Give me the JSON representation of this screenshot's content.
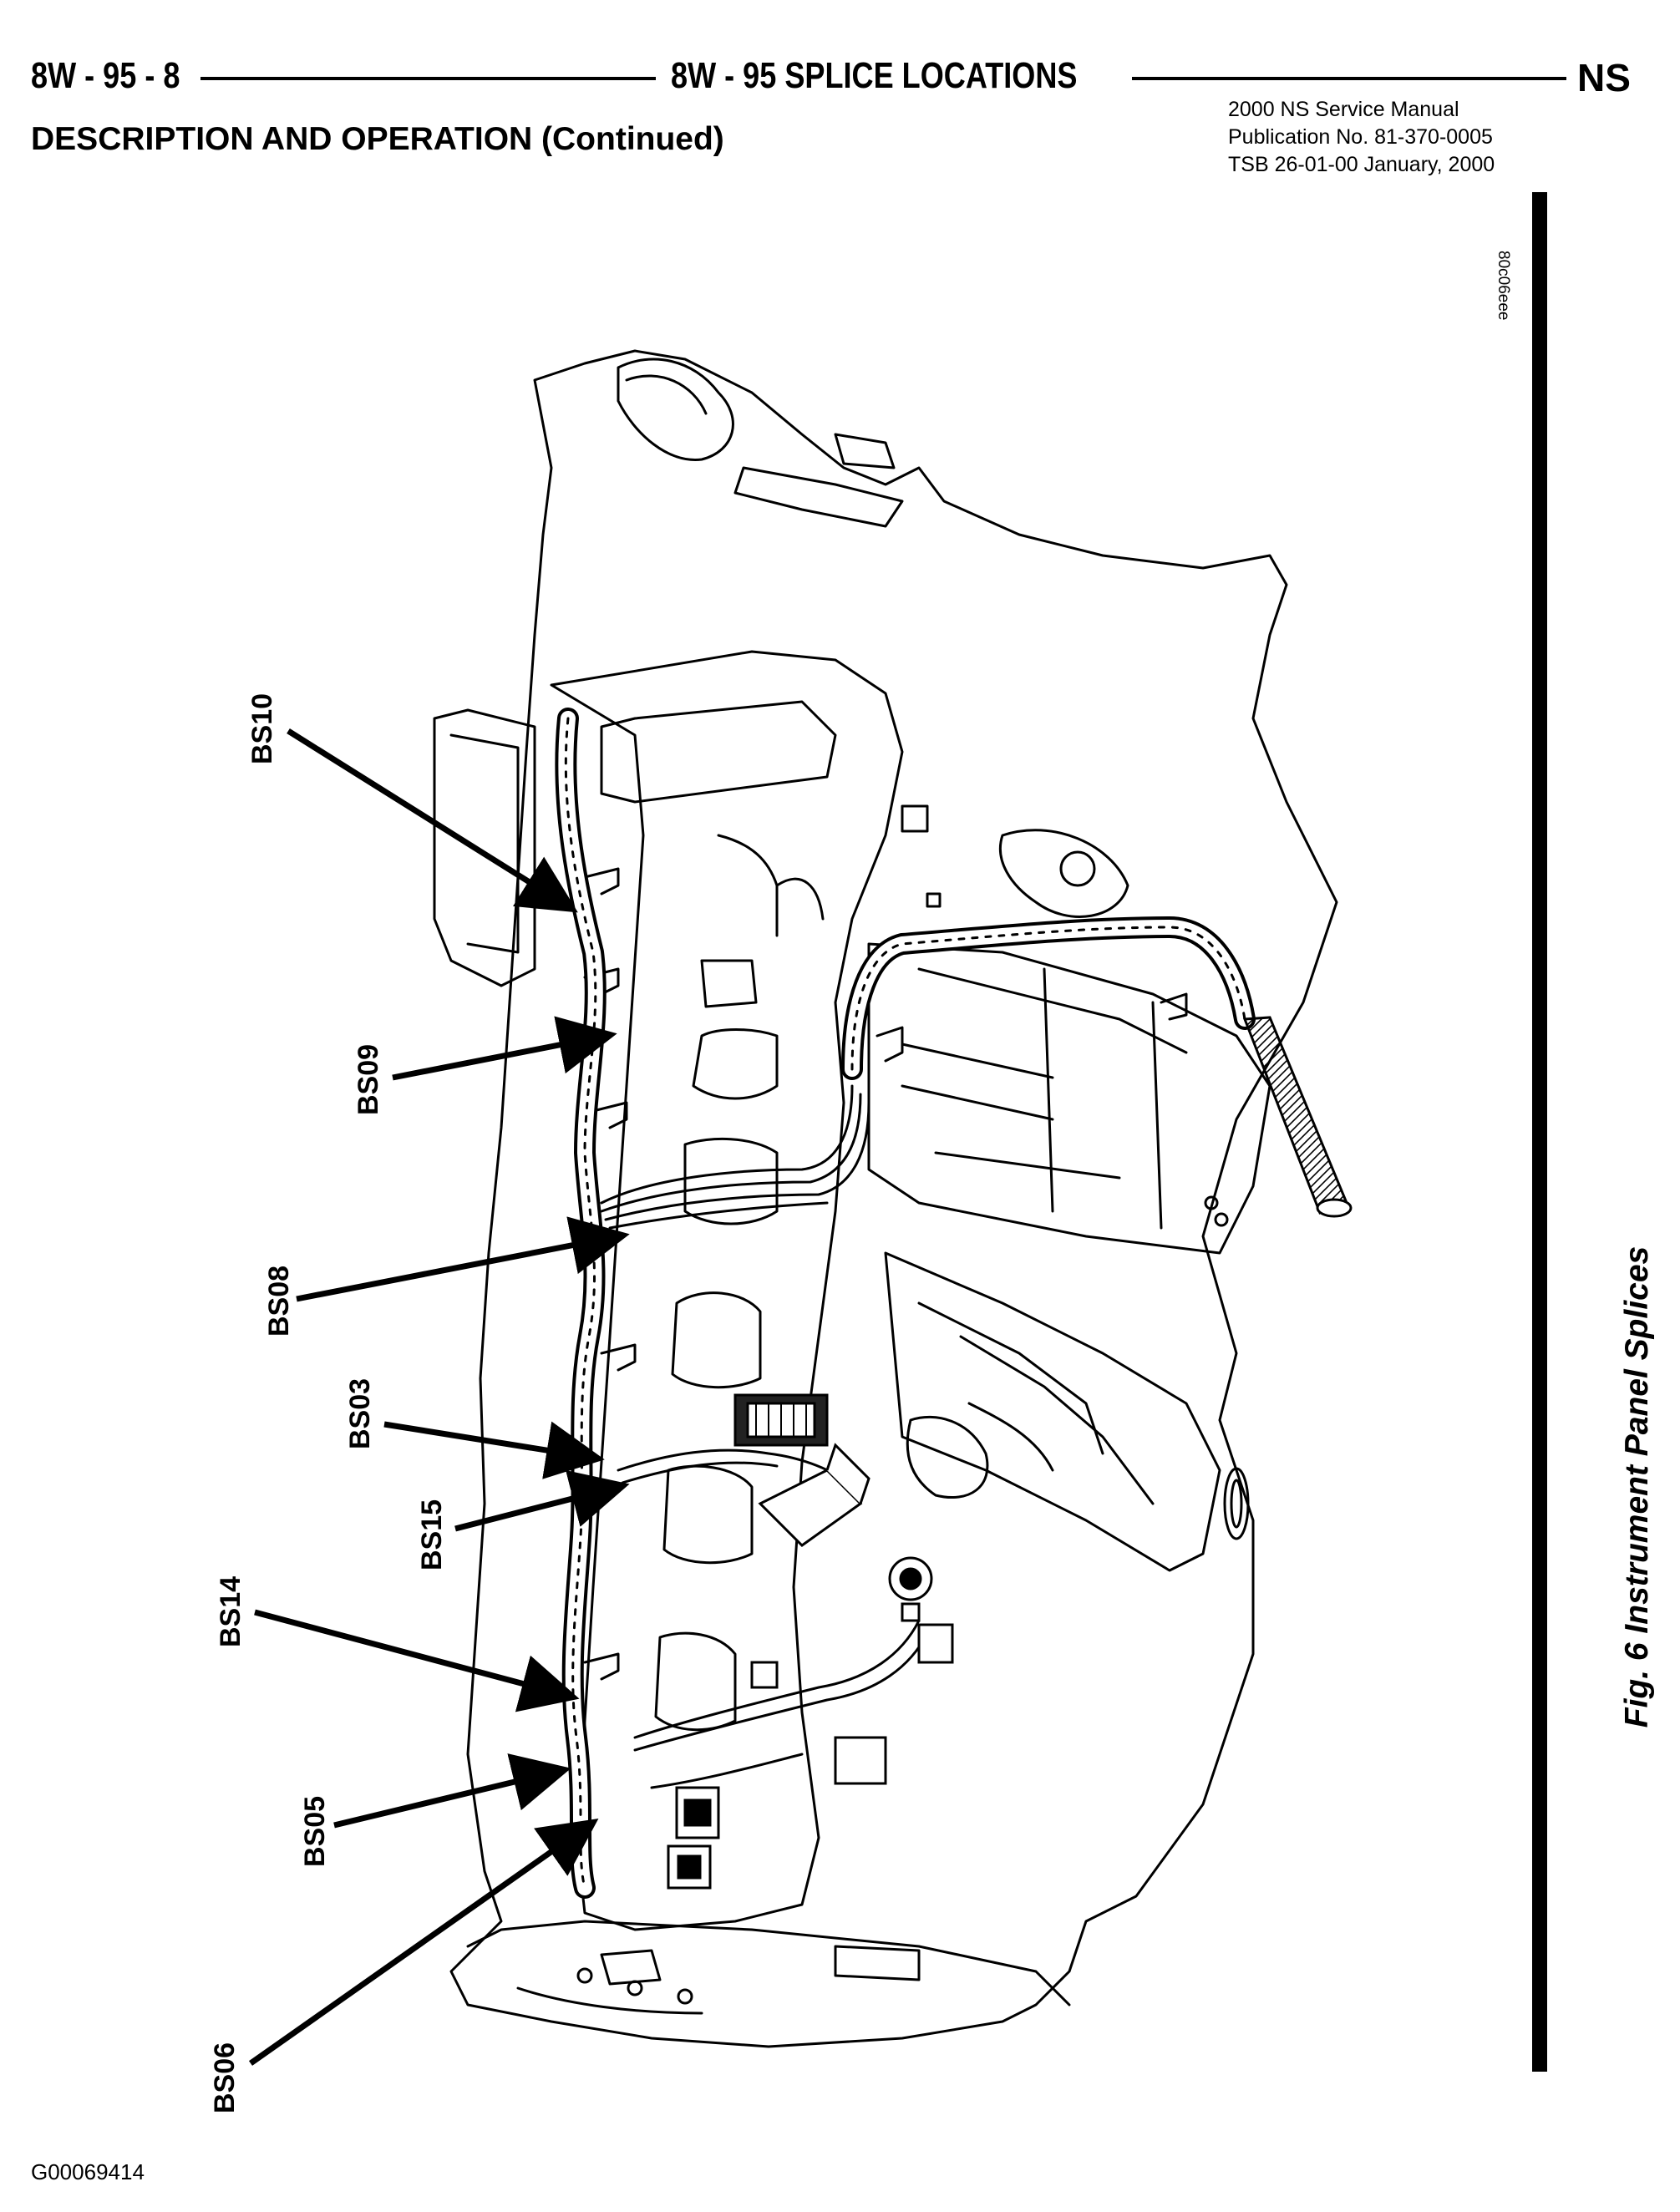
{
  "header": {
    "left": "8W - 95 - 8",
    "center": "8W - 95 SPLICE LOCATIONS",
    "right": "NS"
  },
  "section_title": "DESCRIPTION AND OPERATION (Continued)",
  "publication": {
    "line1": "2000 NS Service Manual",
    "line2": "Publication No. 81-370-0005",
    "line3": "TSB 26-01-00   January, 2000"
  },
  "illustration_code": "80c06eee",
  "figure_caption": "Fig. 6 Instrument Panel Splices",
  "footer_code": "G00069414",
  "callouts": {
    "bs10": "BS10",
    "bs09": "BS09",
    "bs08": "BS08",
    "bs03": "BS03",
    "bs15": "BS15",
    "bs14": "BS14",
    "bs05": "BS05",
    "bs06": "BS06"
  }
}
